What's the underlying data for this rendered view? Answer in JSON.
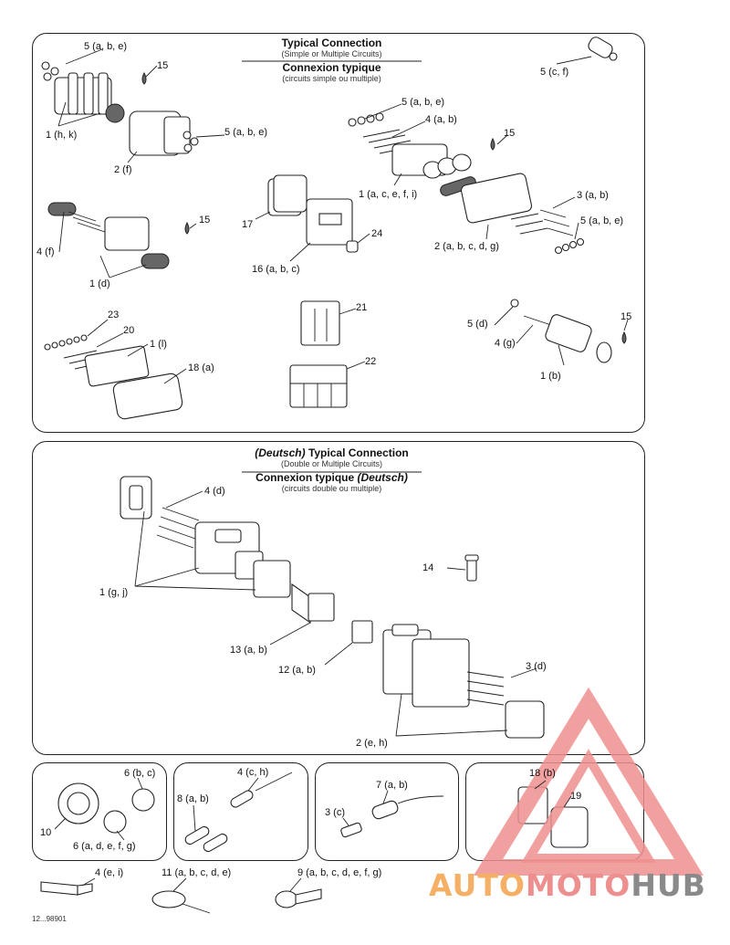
{
  "panel_top": {
    "title_en": "Typical Connection",
    "subtitle_en": "(Simple or Multiple Circuits)",
    "title_fr": "Connexion typique",
    "subtitle_fr": "(circuits simple ou multiple)"
  },
  "panel_deutsch": {
    "title_en_italic": "(Deutsch)",
    "title_en": " Typical Connection",
    "subtitle_en": "(Double or Multiple Circuits)",
    "title_fr": "Connexion typique ",
    "title_fr_italic": "(Deutsch)",
    "subtitle_fr": "(circuits double ou multiple)"
  },
  "labels": {
    "l_5abe_a": "5 (a, b, e)",
    "l_15_a": "15",
    "l_1hk": "1 (h, k)",
    "l_5abe_b": "5 (a, b, e)",
    "l_2f": "2 (f)",
    "l_5cf": "5 (c, f)",
    "l_5abe_c": "5 (a, b, e)",
    "l_4ab": "4 (a, b)",
    "l_15_b": "15",
    "l_1acefi": "1 (a, c, e, f, i)",
    "l_3ab": "3 (a, b)",
    "l_5abe_d": "5 (a, b, e)",
    "l_2abcdg": "2 (a, b, c, d, g)",
    "l_4f": "4 (f)",
    "l_15_c": "15",
    "l_1d": "1 (d)",
    "l_17": "17",
    "l_24": "24",
    "l_16abc": "16 (a, b, c)",
    "l_21": "21",
    "l_22": "22",
    "l_23": "23",
    "l_20": "20",
    "l_1l": "1 (l)",
    "l_18a": "18 (a)",
    "l_5d": "5 (d)",
    "l_15_d": "15",
    "l_4g": "4 (g)",
    "l_1b": "1 (b)",
    "l_4d": "4 (d)",
    "l_1gj": "1 (g, j)",
    "l_14": "14",
    "l_13ab": "13 (a, b)",
    "l_12ab": "12 (a, b)",
    "l_3d": "3 (d)",
    "l_2eh": "2 (e, h)",
    "l_6bc": "6 (b, c)",
    "l_10": "10",
    "l_6adefg": "6 (a, d, e, f, g)",
    "l_4ch": "4 (c, h)",
    "l_8ab": "8 (a, b)",
    "l_7ab": "7 (a, b)",
    "l_3c": "3 (c)",
    "l_18b": "18 (b)",
    "l_19": "19",
    "l_4ei": "4 (e, i)",
    "l_11abcde": "11 (a, b, c, d, e)",
    "l_9abcdefg": "9 (a, b, c, d, e, f, g)"
  },
  "figure_code": "12...98901",
  "watermark": {
    "part1": "AUTO",
    "part2": "MOTO",
    "part3": "HUB"
  },
  "colors": {
    "watermark_orange": "#f5b066",
    "watermark_red": "#ee8f8f",
    "watermark_gray": "#8a8a8a",
    "line": "#222222"
  }
}
